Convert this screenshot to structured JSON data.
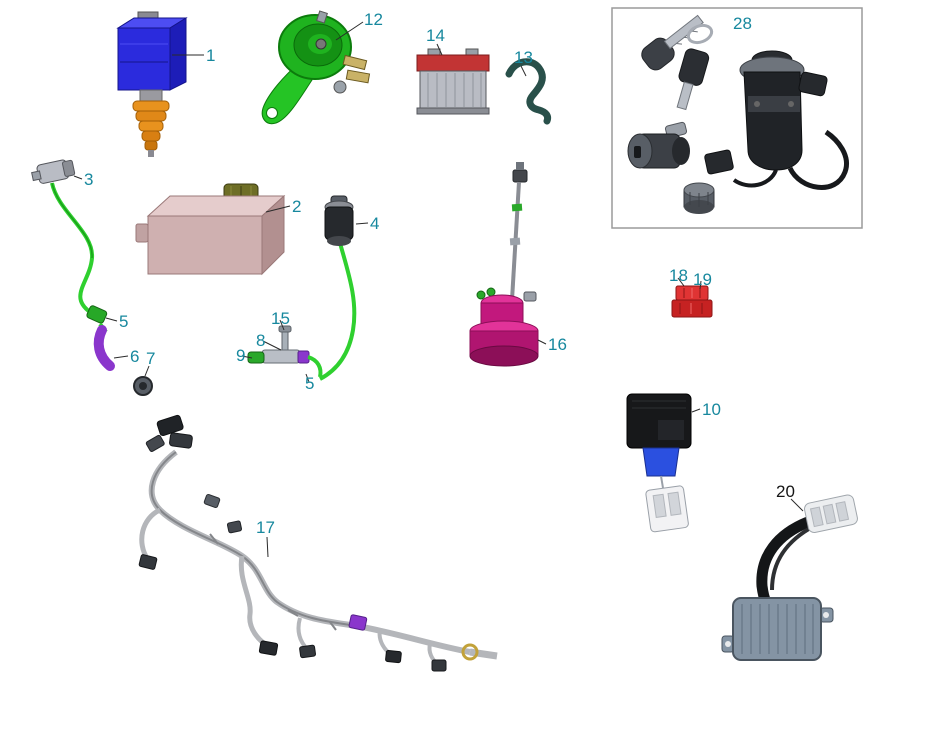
{
  "diagram": {
    "type": "exploded-parts-diagram",
    "colors": {
      "background": "#ffffff",
      "callout_teal": "#17889e",
      "callout_black": "#151515",
      "coil_blue": "#2b2bdd",
      "coil_orange": "#e0891a",
      "horn_green": "#1fb31f",
      "battery_red": "#c23434",
      "cdi_pink": "#cfb0b0",
      "wire_green": "#2fd02f",
      "boot_purple": "#8a36cc",
      "pump_magenta": "#c2187d",
      "connector_red": "#e03434",
      "relay_blue": "#2b50e0",
      "rectifier_gray": "#8494a4"
    },
    "callouts": {
      "c1": "1",
      "c2": "2",
      "c3": "3",
      "c4": "4",
      "c5a": "5",
      "c5b": "5",
      "c6": "6",
      "c7": "7",
      "c8": "8",
      "c9": "9",
      "c10": "10",
      "c12": "12",
      "c13": "13",
      "c14": "14",
      "c15": "15",
      "c16": "16",
      "c17": "17",
      "c18": "18",
      "c19": "19",
      "c20": "20",
      "c28": "28"
    }
  }
}
